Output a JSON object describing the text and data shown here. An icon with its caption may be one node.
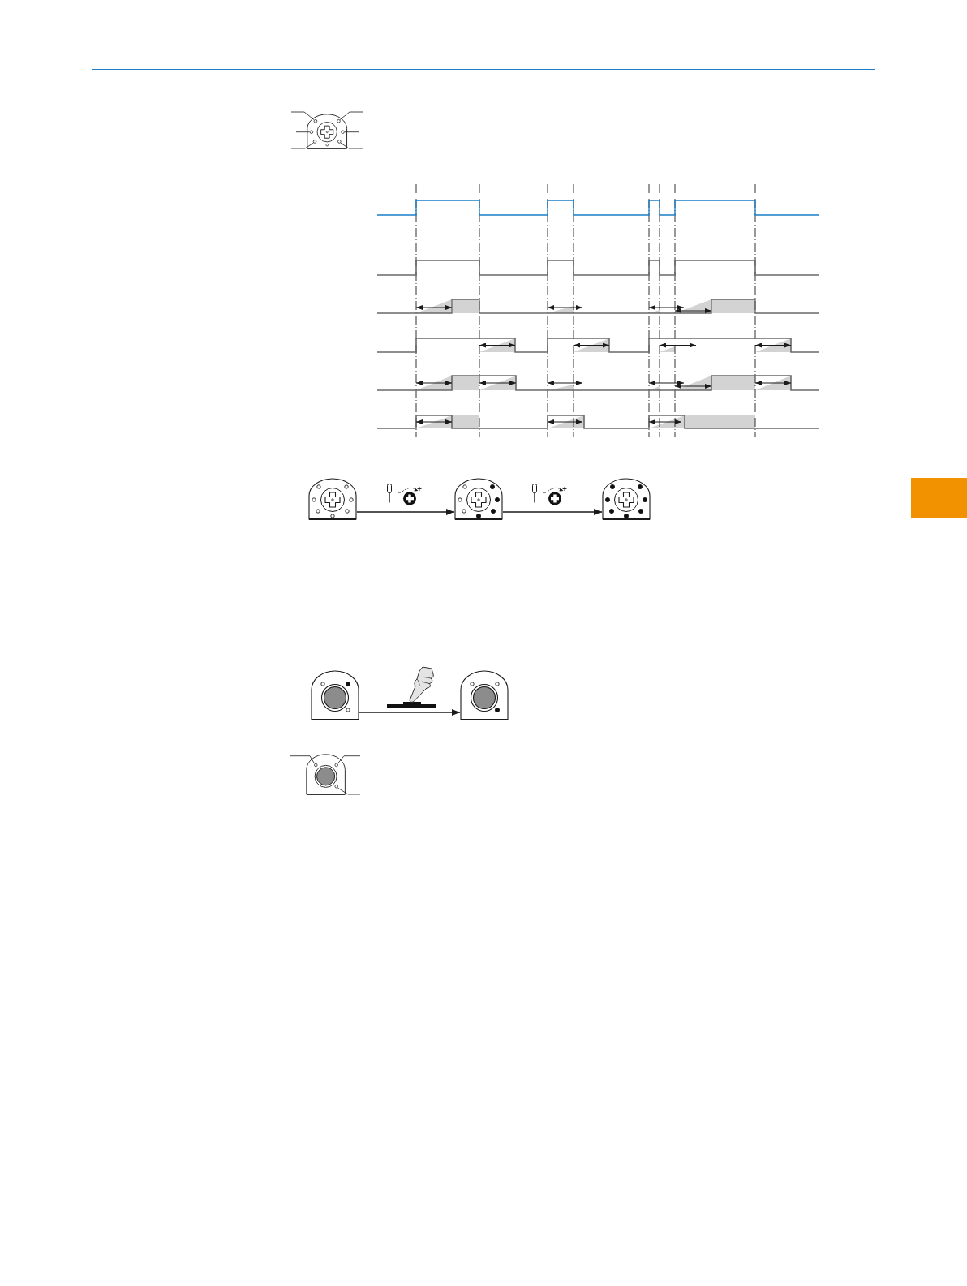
{
  "diagram": {
    "nodes": [
      {
        "text": [],
        "shape": "picture"
      },
      {
        "text": [],
        "shape": "picture"
      },
      {
        "text": [],
        "shape": "picture"
      },
      {
        "text": [],
        "shape": "picture"
      },
      {
        "text": [],
        "shape": "picture"
      }
    ],
    "edges": [
      {
        "from": 0,
        "to": 1,
        "arrow": "to"
      },
      {
        "from": 1,
        "to": 2,
        "arrow": "to"
      },
      {
        "from": 3,
        "to": 4,
        "arrow": "to"
      }
    ]
  }
}
